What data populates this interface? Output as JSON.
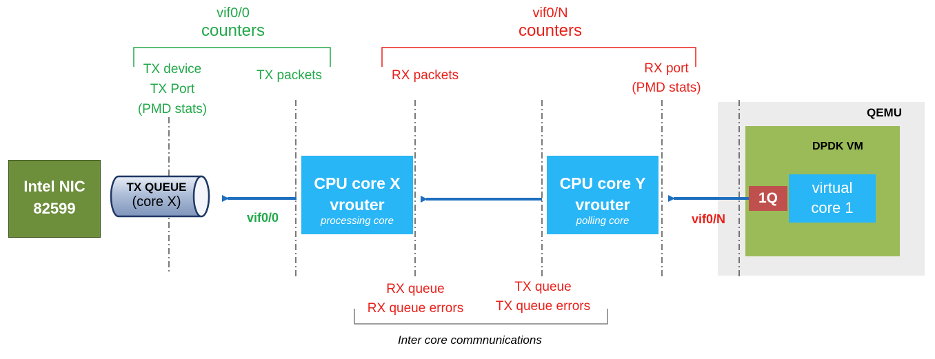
{
  "vif00_counters": {
    "line1": "vif0/0",
    "line2": "counters",
    "tx_device": [
      "TX device",
      "TX Port",
      "(PMD stats)"
    ],
    "tx_packets": "TX packets"
  },
  "vif0n_counters": {
    "line1": "vif0/N",
    "line2": "counters",
    "rx_packets": "RX packets",
    "rx_port": [
      "RX port",
      "(PMD stats)"
    ]
  },
  "nic": {
    "line1": "Intel NIC",
    "line2": "82599"
  },
  "tx_queue": {
    "line1": "TX QUEUE",
    "line2": "(core X)"
  },
  "cpu_x": {
    "title1": "CPU core X",
    "title2": "vrouter",
    "subtitle": "processing core"
  },
  "cpu_y": {
    "title1": "CPU core Y",
    "title2": "vrouter",
    "subtitle": "polling core"
  },
  "arrow_labels": {
    "vif00": "vif0/0",
    "vif0n": "vif0/N"
  },
  "qemu": {
    "label": "QEMU",
    "vm_label": "DPDK VM",
    "queue_label": "1Q",
    "vcore": [
      "virtual",
      "core 1"
    ]
  },
  "inter_core": {
    "rx": [
      "RX queue",
      "RX queue errors"
    ],
    "tx": [
      "TX queue",
      "TX queue errors"
    ],
    "caption": "Inter core commnunications"
  },
  "colors": {
    "green": "#22a84a",
    "red": "#e8201a",
    "cpu_blue": "#29b6f6",
    "arrow_blue": "#1f6fbf",
    "nic_green": "#6d8f3c",
    "vm_green": "#9bbb59",
    "queue_red": "#c0504d",
    "qemu_gray": "#ececec"
  }
}
